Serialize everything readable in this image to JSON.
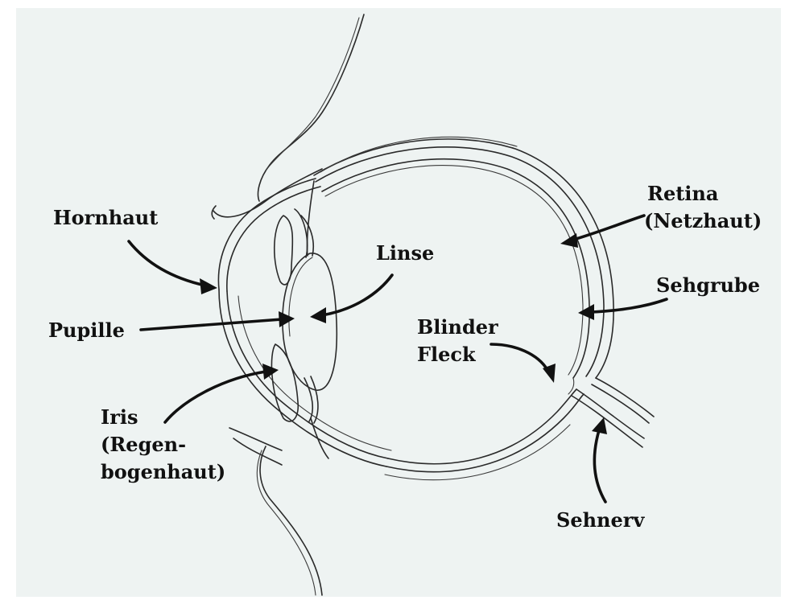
{
  "labels": {
    "hornhaut": "Hornhaut",
    "linse": "Linse",
    "pupille": "Pupille",
    "iris_1": "Iris",
    "iris_2": "(Regen-",
    "iris_3": "bogenhaut)",
    "retina_1": "Retina",
    "retina_2": "(Netzhaut)",
    "sehgrube": "Sehgrube",
    "blinder_1": "Blinder",
    "blinder_2": "Fleck",
    "sehnerv": "Sehnerv"
  }
}
